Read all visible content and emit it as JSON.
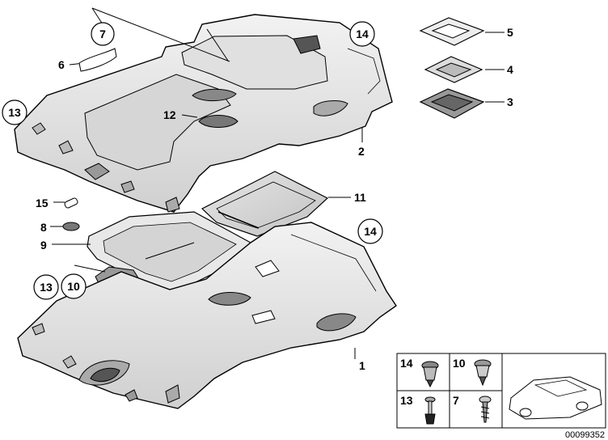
{
  "callouts": [
    {
      "id": "7",
      "circled": true
    },
    {
      "id": "6",
      "circled": false
    },
    {
      "id": "14",
      "circled": true
    },
    {
      "id": "13",
      "circled": true
    },
    {
      "id": "12",
      "circled": false
    },
    {
      "id": "2",
      "circled": false
    },
    {
      "id": "5",
      "circled": false
    },
    {
      "id": "4",
      "circled": false
    },
    {
      "id": "3",
      "circled": false
    },
    {
      "id": "11",
      "circled": false
    },
    {
      "id": "15",
      "circled": false
    },
    {
      "id": "8",
      "circled": false
    },
    {
      "id": "9",
      "circled": false
    },
    {
      "id": "14b",
      "label": "14",
      "circled": true
    },
    {
      "id": "13b",
      "label": "13",
      "circled": true
    },
    {
      "id": "10",
      "circled": true
    },
    {
      "id": "1",
      "circled": false
    }
  ],
  "legend": {
    "cells": [
      "14",
      "10",
      "13",
      "7"
    ]
  },
  "reference_number": "00099352"
}
